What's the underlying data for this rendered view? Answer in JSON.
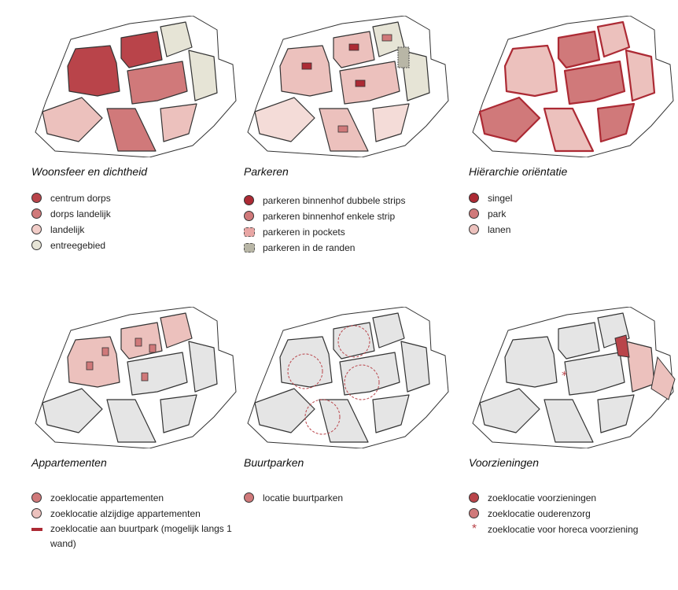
{
  "colors": {
    "dark": "#b9444a",
    "mid": "#d0797a",
    "light": "#ecc1bd",
    "grey": "#e5e5e5",
    "entree": "#e6e4d6",
    "pocket": "#e8a6a4",
    "edge": "#b8b6a6",
    "singel": "#ac2a34"
  },
  "panels": [
    {
      "title": "Woonsfeer en dichtheid",
      "legend": [
        {
          "label": "centrum dorps",
          "swatch": "circle",
          "color": "#b9444a"
        },
        {
          "label": "dorps landelijk",
          "swatch": "circle",
          "color": "#d0797a"
        },
        {
          "label": "landelijk",
          "swatch": "circle",
          "color": "#f2cdc8"
        },
        {
          "label": "entreegebied",
          "swatch": "circle",
          "color": "#e6e4d6"
        }
      ]
    },
    {
      "title": "Parkeren",
      "legend": [
        {
          "label": "parkeren binnenhof dubbele strips",
          "swatch": "circle",
          "color": "#ac2a34"
        },
        {
          "label": "parkeren binnenhof enkele strip",
          "swatch": "circle",
          "color": "#d0797a"
        },
        {
          "label": "parkeren in pockets",
          "swatch": "dashed",
          "color": "#e8a6a4"
        },
        {
          "label": "parkeren in de randen",
          "swatch": "dashed",
          "color": "#b8b6a6"
        }
      ]
    },
    {
      "title": "Hiërarchie oriëntatie",
      "legend": [
        {
          "label": "singel",
          "swatch": "circle",
          "color": "#ac2a34"
        },
        {
          "label": "park",
          "swatch": "circle",
          "color": "#d0797a"
        },
        {
          "label": "lanen",
          "swatch": "circle",
          "color": "#ecc1bd"
        }
      ]
    },
    {
      "title": "Appartementen",
      "legend": [
        {
          "label": "zoeklocatie appartementen",
          "swatch": "circle",
          "color": "#d0797a"
        },
        {
          "label": "zoeklocatie alzijdige appartementen",
          "swatch": "circle",
          "color": "#ecc1bd"
        },
        {
          "label": "zoeklocatie aan buurtpark (mogelijk langs 1 wand)",
          "swatch": "bar",
          "color": "#ac2a34"
        }
      ]
    },
    {
      "title": "Buurtparken",
      "legend": [
        {
          "label": "locatie buurtparken",
          "swatch": "circle",
          "color": "#d0797a"
        }
      ]
    },
    {
      "title": "Voorzieningen",
      "legend": [
        {
          "label": "zoeklocatie voorzieningen",
          "swatch": "circle",
          "color": "#b9444a"
        },
        {
          "label": "zoeklocatie ouderenzorg",
          "swatch": "circle",
          "color": "#d0797a"
        },
        {
          "label": "zoeklocatie voor horeca voorziening",
          "swatch": "star",
          "color": "#b9444a"
        }
      ]
    }
  ]
}
